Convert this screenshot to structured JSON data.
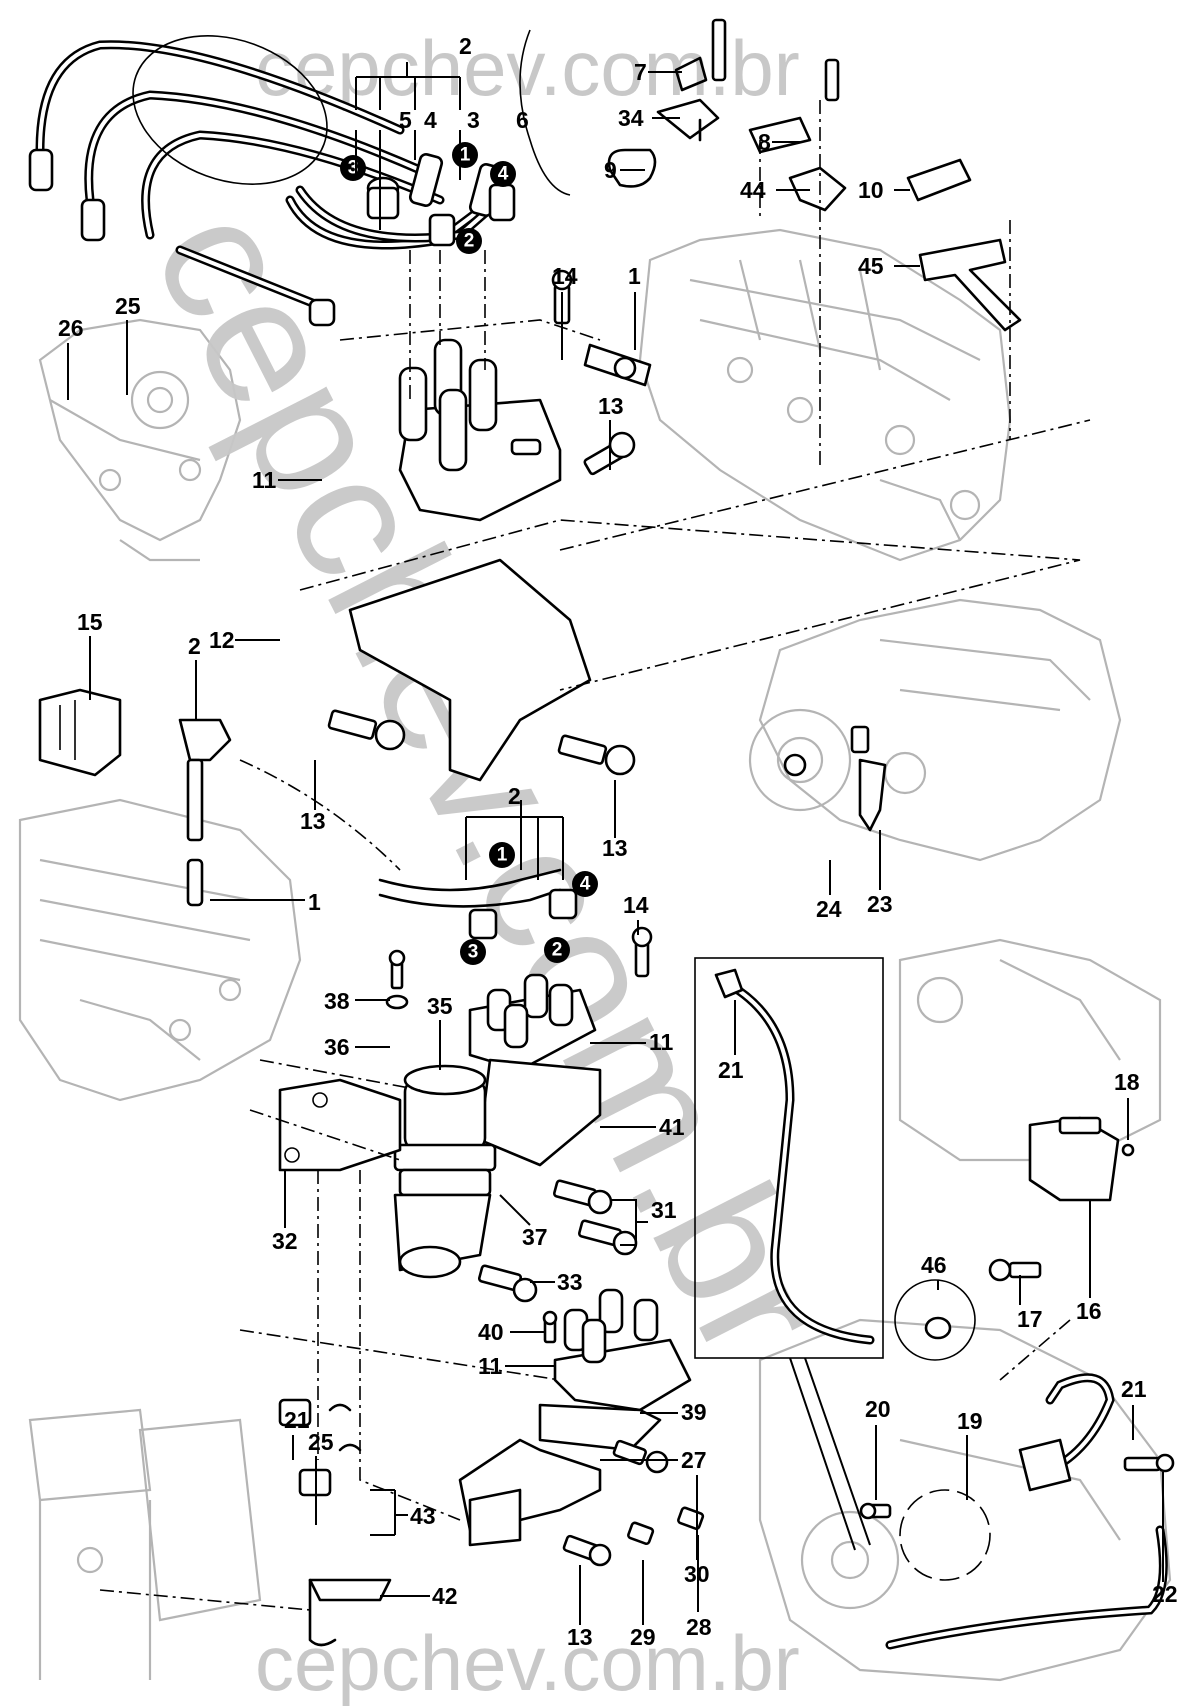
{
  "diagram": {
    "title": "Ignition system exploded view",
    "watermark": {
      "top": "cepchev.com.br",
      "bottom": "cepchev.com.br",
      "diagonal": "cepchev.com.br"
    },
    "colors": {
      "parts": "#000000",
      "context_engine": "#b4b4b4",
      "watermark": "#c8c8c8",
      "background": "#ffffff"
    },
    "callouts": {
      "c1_top": "1",
      "c1_mid": "1",
      "c2_top": "2",
      "c2_left": "2",
      "c2_mid": "2",
      "c3": "3",
      "c4": "4",
      "c5": "5",
      "c6": "6",
      "c7": "7",
      "c8": "8",
      "c9": "9",
      "c10": "10",
      "c11_top": "11",
      "c11_mid": "11",
      "c11_bottom": "11",
      "c12": "12",
      "c13_top": "13",
      "c13_left": "13",
      "c13_right": "13",
      "c13_bottom": "13",
      "c14_top": "14",
      "c14_mid": "14",
      "c15": "15",
      "c16": "16",
      "c17": "17",
      "c18": "18",
      "c19": "19",
      "c20": "20",
      "c21_inset": "21",
      "c21_right": "21",
      "c21_left": "21",
      "c22": "22",
      "c23": "23",
      "c24": "24",
      "c25_top": "25",
      "c25_bottom": "25",
      "c26": "26",
      "c27": "27",
      "c28": "28",
      "c29": "29",
      "c30": "30",
      "c31": "31",
      "c32": "32",
      "c33": "33",
      "c34": "34",
      "c35": "35",
      "c36": "36",
      "c37": "37",
      "c38": "38",
      "c39": "39",
      "c40": "40",
      "c41": "41",
      "c42": "42",
      "c43": "43",
      "c44": "44",
      "c45": "45",
      "c46": "46"
    },
    "cylinder_badges": {
      "top": [
        "1",
        "2",
        "3",
        "4"
      ],
      "mid": [
        "1",
        "2",
        "3",
        "4"
      ]
    }
  }
}
